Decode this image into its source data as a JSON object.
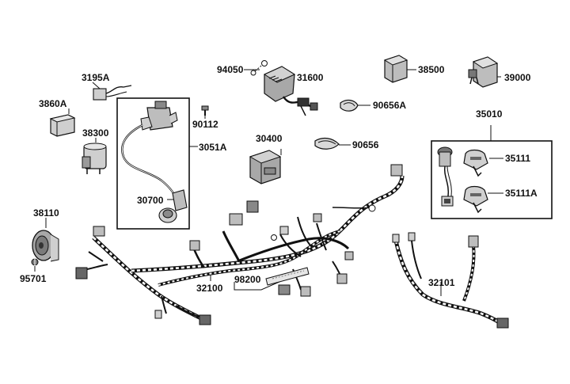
{
  "diagram": {
    "type": "exploded-parts-view",
    "colors": {
      "line": "#111111",
      "part_fill": "#bdbdbd",
      "part_dark": "#555555",
      "background": "#ffffff"
    },
    "parts": [
      {
        "id": "3195A",
        "label": "3195A",
        "icon": "wire-connector-icon"
      },
      {
        "id": "3860A",
        "label": "3860A",
        "icon": "relay-block-icon"
      },
      {
        "id": "38300",
        "label": "38300",
        "icon": "flasher-relay-icon"
      },
      {
        "id": "38110",
        "label": "38110",
        "icon": "horn-icon"
      },
      {
        "id": "95701",
        "label": "95701",
        "icon": "bolt-icon"
      },
      {
        "id": "3051A",
        "label": "3051A",
        "icon": "ignition-coil-assembly-icon"
      },
      {
        "id": "30700",
        "label": "30700",
        "icon": "spark-plug-cap-icon"
      },
      {
        "id": "90112",
        "label": "90112",
        "icon": "screw-icon"
      },
      {
        "id": "94050",
        "label": "94050",
        "icon": "washer-icon"
      },
      {
        "id": "31600",
        "label": "31600",
        "icon": "regulator-rectifier-icon"
      },
      {
        "id": "30400",
        "label": "30400",
        "icon": "cdi-unit-icon"
      },
      {
        "id": "90656A",
        "label": "90656A",
        "icon": "cable-band-icon"
      },
      {
        "id": "90656",
        "label": "90656",
        "icon": "cable-band-icon"
      },
      {
        "id": "38500",
        "label": "38500",
        "icon": "relay-icon"
      },
      {
        "id": "39000",
        "label": "39000",
        "icon": "starter-relay-icon"
      },
      {
        "id": "35010",
        "label": "35010",
        "icon": "ignition-switch-set-icon"
      },
      {
        "id": "35111",
        "label": "35111",
        "icon": "key-icon"
      },
      {
        "id": "35111A",
        "label": "35111A",
        "icon": "key-icon"
      },
      {
        "id": "32100",
        "label": "32100",
        "icon": "main-wire-harness-icon"
      },
      {
        "id": "98200",
        "label": "98200",
        "icon": "harness-label-icon"
      },
      {
        "id": "32101",
        "label": "32101",
        "icon": "sub-wire-harness-icon"
      }
    ]
  }
}
